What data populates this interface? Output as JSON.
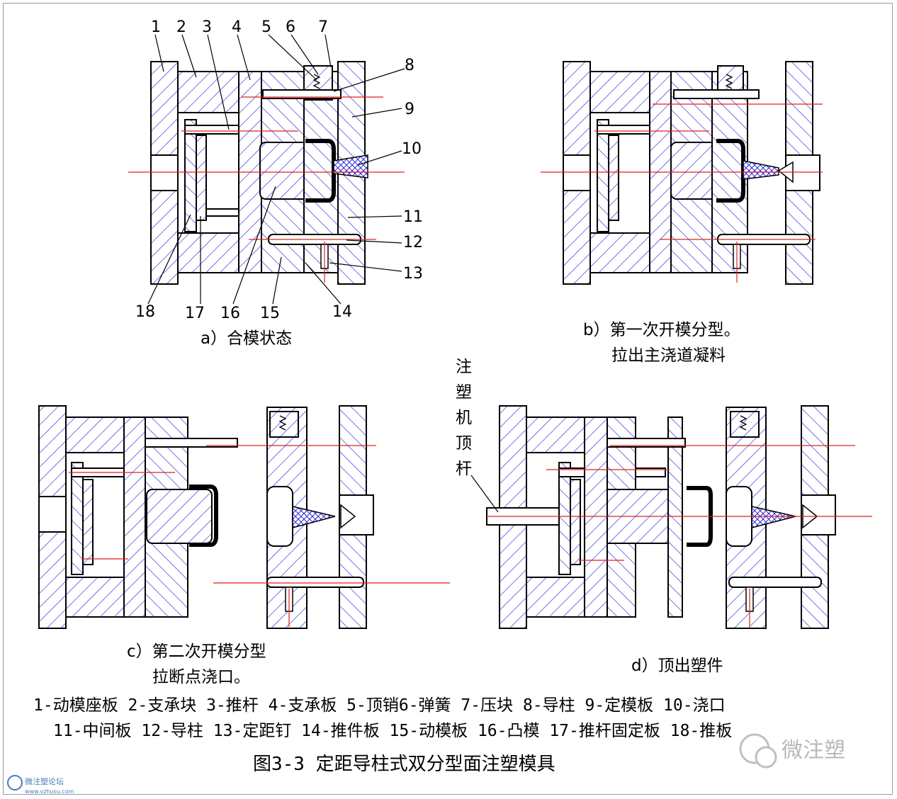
{
  "callouts": [
    "1",
    "2",
    "3",
    "4",
    "5",
    "6",
    "7",
    "8",
    "9",
    "10",
    "11",
    "12",
    "13",
    "14",
    "15",
    "16",
    "17",
    "18"
  ],
  "panels": {
    "a": {
      "caption": "a）合模状态"
    },
    "b": {
      "caption_line1": "b）第一次开模分型。",
      "caption_line2": "拉出主浇道凝料"
    },
    "c": {
      "caption_line1": "c）第二次开模分型",
      "caption_line2": "拉断点浇口。"
    },
    "d": {
      "caption": "d）顶出塑件",
      "side_label": [
        "注",
        "塑",
        "机",
        "顶",
        "杆"
      ]
    }
  },
  "legend": {
    "line1": "1-动模座板 2-支承块 3-推杆 4-支承板 5-顶销6-弹簧 7-压块 8-导柱 9-定模板 10-浇口",
    "line2": "11-中间板 12-导柱 13-定距钉 14-推件板 15-动模板 16-凸模 17-推杆固定板 18-推板"
  },
  "figure_title": "图3-3 定距导柱式双分型面注塑模具",
  "watermark": {
    "text": "微注塑",
    "logo_text": "微注塑论坛",
    "logo_sub": "www.vzhusu.com"
  },
  "colors": {
    "hatch": "#2a2ad8",
    "centerline": "#e0201e",
    "outline": "#000000"
  }
}
